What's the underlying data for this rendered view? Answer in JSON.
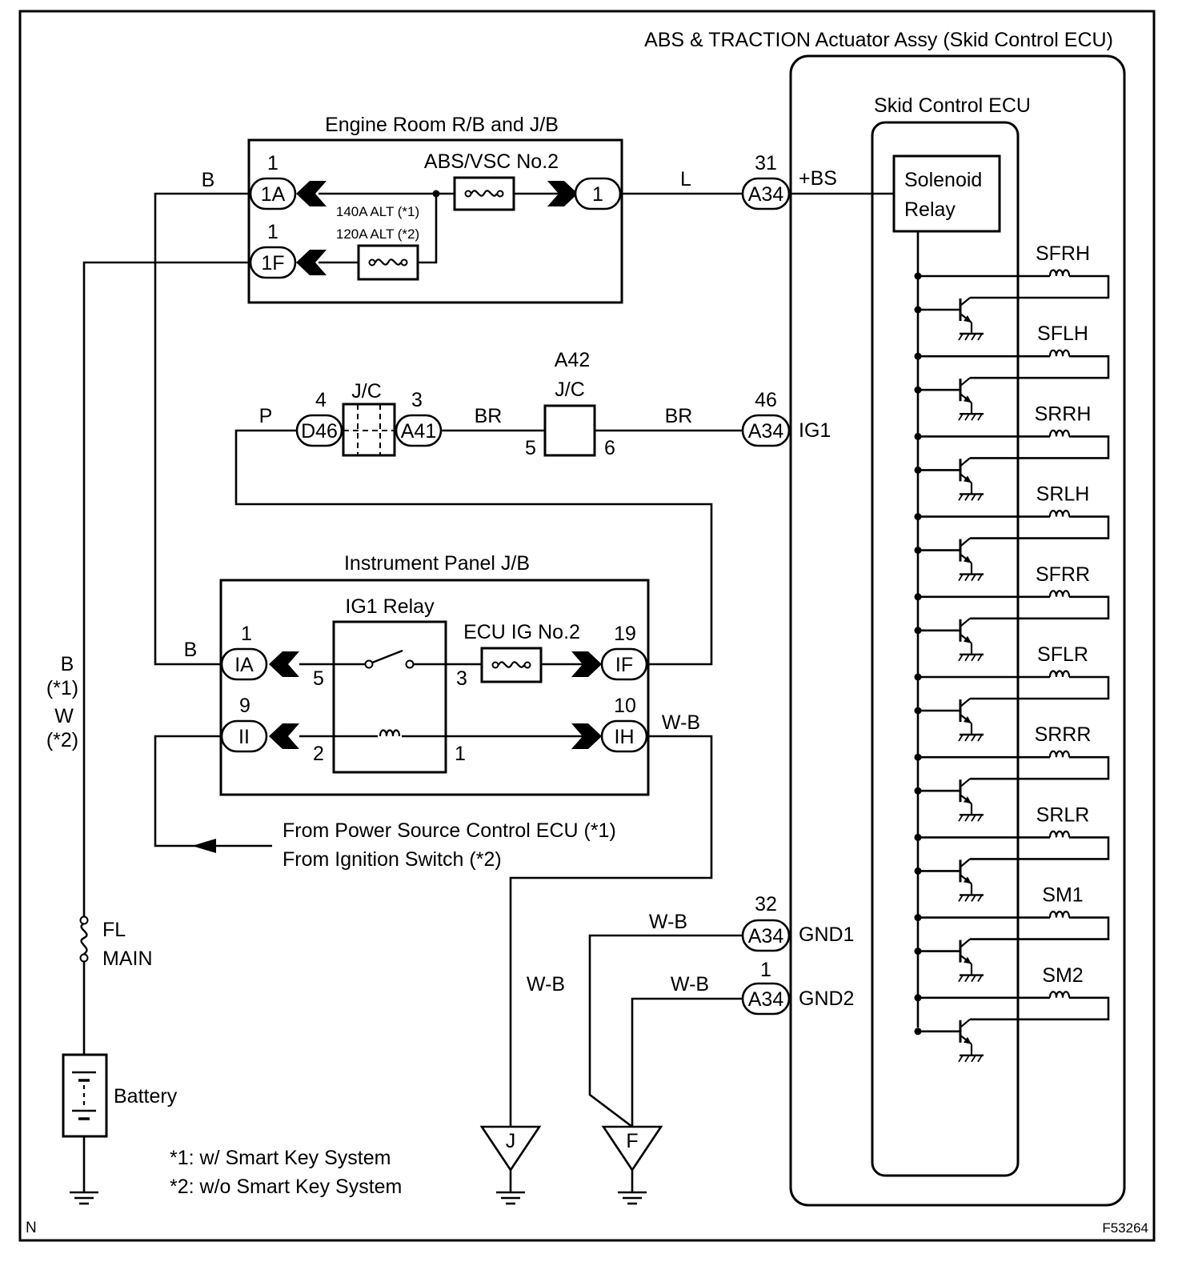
{
  "title": "ABS & TRACTION Actuator Assy (Skid Control ECU)",
  "inner_title": "Skid Control ECU",
  "solenoid_relay": [
    "Solenoid",
    "Relay"
  ],
  "engine_room": {
    "title": "Engine Room R/B and J/B",
    "fuse_abs_vsc": "ABS/VSC No.2",
    "alt_fuse_1": "140A ALT (*1)",
    "alt_fuse_2": "120A ALT (*2)",
    "pins": {
      "a_num": "1",
      "a_conn": "1A",
      "f_num": "1",
      "f_conn": "1F",
      "out_conn": "1"
    }
  },
  "wires": {
    "b_top": "B",
    "l": "L",
    "p": "P",
    "br1": "BR",
    "br2": "BR",
    "b_mid": "B",
    "wb_ih": "W-B",
    "wb_j": "W-B",
    "wb_gnd1": "W-B",
    "wb_gnd2": "W-B",
    "b_left": "B",
    "b_left_note": "(*1)",
    "w_left": "W",
    "w_left_note": "(*2)"
  },
  "ecu_pins": {
    "bs_num": "31",
    "bs_conn": "A34",
    "bs_name": "+BS",
    "ig1_num": "46",
    "ig1_conn": "A34",
    "ig1_name": "IG1",
    "gnd1_num": "32",
    "gnd1_conn": "A34",
    "gnd1_name": "GND1",
    "gnd2_num": "1",
    "gnd2_conn": "A34",
    "gnd2_name": "GND2"
  },
  "jc": {
    "name": "J/C",
    "left_num": "4",
    "left_conn": "D46",
    "right_num": "3",
    "right_conn": "A41",
    "a42_id": "A42",
    "a42_name": "J/C",
    "pin5": "5",
    "pin6": "6"
  },
  "ip_jb": {
    "title": "Instrument Panel J/B",
    "relay": "IG1 Relay",
    "fuse": "ECU IG No.2",
    "ia_num": "1",
    "ia_conn": "IA",
    "ii_num": "9",
    "ii_conn": "II",
    "if_num": "19",
    "if_conn": "IF",
    "ih_num": "10",
    "ih_conn": "IH",
    "relay_pins": {
      "p5": "5",
      "p3": "3",
      "p2": "2",
      "p1": "1"
    }
  },
  "from_text": [
    "From Power Source Control ECU (*1)",
    "From Ignition Switch (*2)"
  ],
  "fl_main": [
    "FL",
    "MAIN"
  ],
  "battery": "Battery",
  "grounds": {
    "j": "J",
    "f": "F"
  },
  "notes": [
    "*1: w/ Smart Key System",
    "*2: w/o Smart Key System"
  ],
  "solenoids": [
    "SFRH",
    "SFLH",
    "SRRH",
    "SRLH",
    "SFRR",
    "SFLR",
    "SRRR",
    "SRLR",
    "SM1",
    "SM2"
  ],
  "corner_left": "N",
  "figure_id": "F53264"
}
